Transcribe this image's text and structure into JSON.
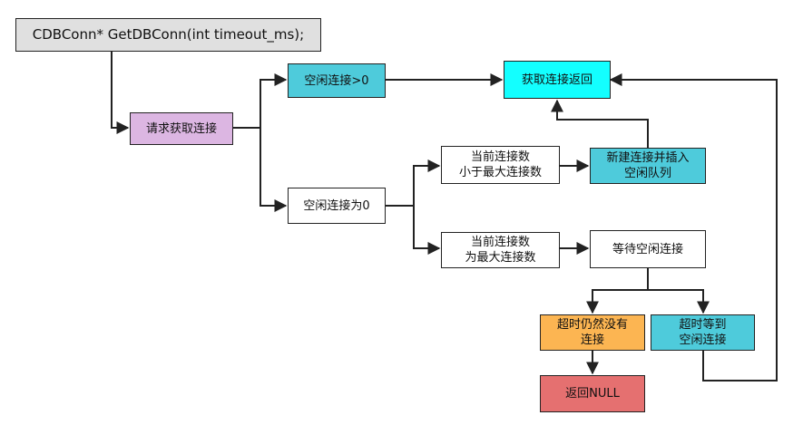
{
  "colors": {
    "grey": "#e0e0e0",
    "violet": "#dcb6e2",
    "teal": "#4ecbdb",
    "cyan": "#13ffff",
    "orange": "#fcb552",
    "red": "#e57070",
    "white": "#ffffff",
    "line": "#222222"
  },
  "nodes": {
    "signature": "CDBConn*  GetDBConn(int timeout_ms);",
    "request": "请求获取连接",
    "idle_gt0": "空闲连接>0",
    "get_return": "获取连接返回",
    "idle_eq0": "空闲连接为0",
    "cur_lt_max": "当前连接数\n小于最大连接数",
    "new_insert": "新建连接并插入\n空闲队列",
    "cur_eq_max": "当前连接数\n为最大连接数",
    "wait": "等待空闲连接",
    "timeout_none": "超时仍然没有\n连接",
    "timeout_got": "超时等到\n空闲连接",
    "return_null": "返回NULL"
  }
}
